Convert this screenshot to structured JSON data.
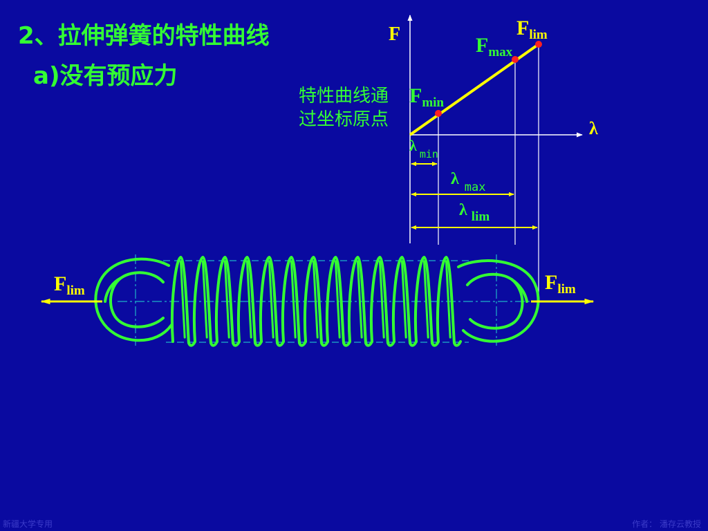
{
  "slide": {
    "title": "2、拉伸弹簧的特性曲线",
    "subtitle": "a)没有预应力",
    "note_line1": "特性曲线通",
    "note_line2": "过坐标原点",
    "footer_left": "新疆大学专用",
    "footer_right": "作者： 潘存云教授"
  },
  "diagram": {
    "axis_f": "F",
    "axis_lambda": "λ",
    "labels": {
      "f_lim_base": "F",
      "f_lim_sub": "lim",
      "f_max_base": "F",
      "f_max_sub": "max",
      "f_min_base": "F",
      "f_min_sub": "min",
      "lambda_min_base": "λ",
      "lambda_min_sub": "min",
      "lambda_max_base": "λ",
      "lambda_max_sub": "max",
      "lambda_lim_base": "λ",
      "lambda_lim_sub": "lim",
      "left_force_base": "F",
      "left_force_sub": "lim",
      "right_force_base": "F",
      "right_force_sub": "lim"
    },
    "colors": {
      "background": "#0a0aa0",
      "spring": "#33ff33",
      "characteristic_line": "#ffff00",
      "points": "#ff2020",
      "axes": "#ffffff"
    },
    "spring_coils": 13
  }
}
